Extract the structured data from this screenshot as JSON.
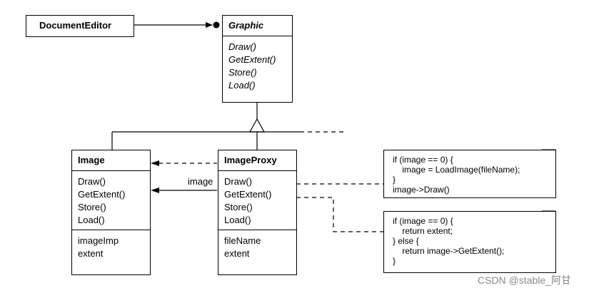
{
  "document_editor": {
    "name": "DocumentEditor"
  },
  "graphic": {
    "name": "Graphic",
    "operations": [
      "Draw()",
      "GetExtent()",
      "Store()",
      "Load()"
    ]
  },
  "image": {
    "name": "Image",
    "operations": [
      "Draw()",
      "GetExtent()",
      "Store()",
      "Load()"
    ],
    "attributes": [
      "imageImp",
      "extent"
    ]
  },
  "image_proxy": {
    "name": "ImageProxy",
    "operations": [
      "Draw()",
      "GetExtent()",
      "Store()",
      "Load()"
    ],
    "attributes": [
      "fileName",
      "extent"
    ]
  },
  "association_label": "image",
  "notes": {
    "draw": "if (image == 0) {\n    image = LoadImage(fileName);\n}\nimage->Draw()",
    "get_extent": "if (image == 0) {\n    return extent;\n} else {\n    return image->GetExtent();\n}"
  },
  "watermark": "CSDN @stable_阿甘"
}
